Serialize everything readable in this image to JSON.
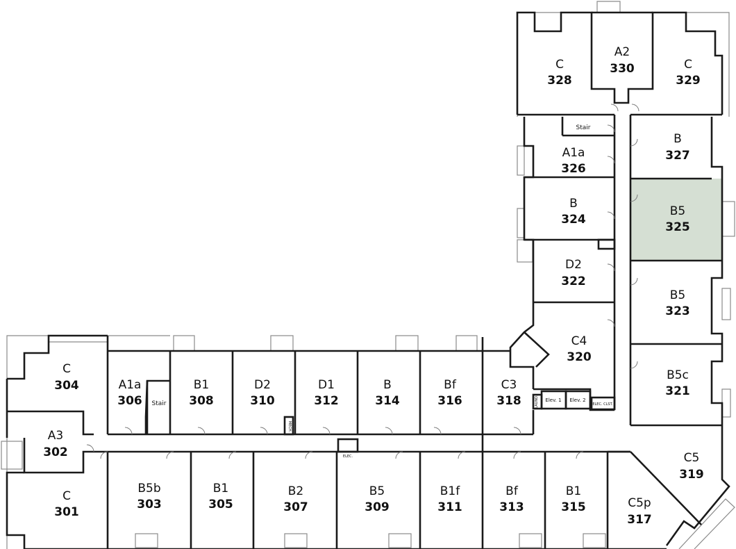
{
  "highlight_color": "#d5dfd3",
  "wall_color": "#1a1a1a",
  "rooms": [
    {
      "id": "328",
      "type": "C",
      "number": "328"
    },
    {
      "id": "330",
      "type": "A2",
      "number": "330"
    },
    {
      "id": "329",
      "type": "C",
      "number": "329"
    },
    {
      "id": "326",
      "type": "A1a",
      "number": "326"
    },
    {
      "id": "327",
      "type": "B",
      "number": "327"
    },
    {
      "id": "324",
      "type": "B",
      "number": "324"
    },
    {
      "id": "325",
      "type": "B5",
      "number": "325",
      "highlighted": true
    },
    {
      "id": "322",
      "type": "D2",
      "number": "322"
    },
    {
      "id": "323",
      "type": "B5",
      "number": "323"
    },
    {
      "id": "320",
      "type": "C4",
      "number": "320"
    },
    {
      "id": "321",
      "type": "B5c",
      "number": "321"
    },
    {
      "id": "319",
      "type": "C5",
      "number": "319"
    },
    {
      "id": "317",
      "type": "C5p",
      "number": "317"
    },
    {
      "id": "304",
      "type": "C",
      "number": "304"
    },
    {
      "id": "306",
      "type": "A1a",
      "number": "306"
    },
    {
      "id": "308",
      "type": "B1",
      "number": "308"
    },
    {
      "id": "310",
      "type": "D2",
      "number": "310"
    },
    {
      "id": "312",
      "type": "D1",
      "number": "312"
    },
    {
      "id": "314",
      "type": "B",
      "number": "314"
    },
    {
      "id": "316",
      "type": "Bf",
      "number": "316"
    },
    {
      "id": "318",
      "type": "C3",
      "number": "318"
    },
    {
      "id": "302",
      "type": "A3",
      "number": "302"
    },
    {
      "id": "301",
      "type": "C",
      "number": "301"
    },
    {
      "id": "303",
      "type": "B5b",
      "number": "303"
    },
    {
      "id": "305",
      "type": "B1",
      "number": "305"
    },
    {
      "id": "307",
      "type": "B2",
      "number": "307"
    },
    {
      "id": "309",
      "type": "B5",
      "number": "309"
    },
    {
      "id": "311",
      "type": "B1f",
      "number": "311"
    },
    {
      "id": "313",
      "type": "Bf",
      "number": "313"
    },
    {
      "id": "315",
      "type": "B1",
      "number": "315"
    }
  ],
  "utility_labels": {
    "stair_east": "Stair",
    "stair_west": "Stair",
    "elev1": "Elev. 1",
    "elev2": "Elev. 2",
    "elec_clst": "ELEC. CLST.",
    "elec_corridor": "ELEC.",
    "mech": "MECH.",
    "laundry": "LAUND."
  }
}
